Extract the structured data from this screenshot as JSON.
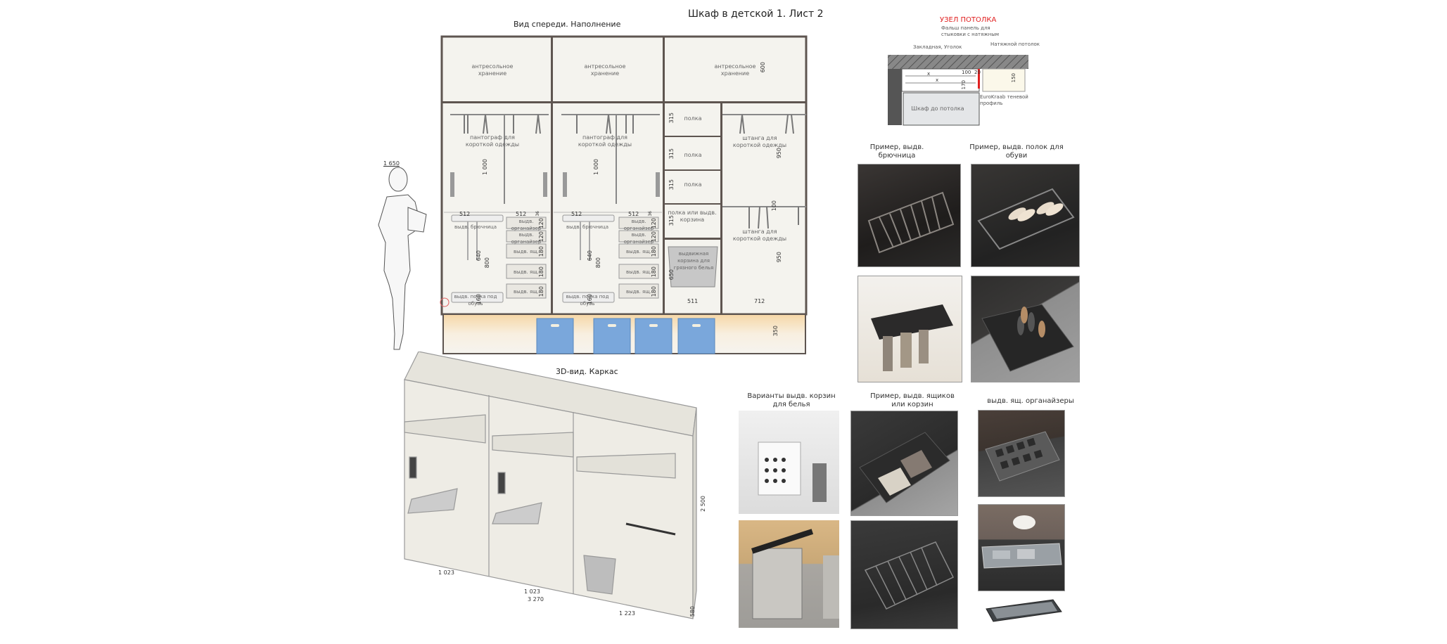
{
  "sheet": {
    "title": "Шкаф в детской 1. Лист 2"
  },
  "front_view": {
    "title": "Вид спереди. Наполнение",
    "person_height": "1 650",
    "mezzanine": {
      "label": "антресольное хранение",
      "height": "600"
    },
    "sections": [
      {
        "pantograph_label": "пантограф для короткой одежды",
        "pantograph_height": "1 000",
        "widths": [
          "512",
          "512"
        ],
        "trouser_rack": "выдв. брючница",
        "shoe_shelf": "выдв. полка под обувь",
        "left_heights": [
          "640",
          "800",
          "160"
        ],
        "top_gap": "36",
        "drawers": [
          {
            "label": "выдв. органайзер",
            "height": "120"
          },
          {
            "label": "выдв. органайзер",
            "height": "120"
          },
          {
            "label": "выдв. ящ.",
            "height": "180"
          },
          {
            "label": "выдв. ящ.",
            "height": "180"
          },
          {
            "label": "выдв. ящ.",
            "height": "180"
          }
        ]
      },
      {
        "pantograph_label": "пантограф для короткой одежды",
        "pantograph_height": "1 000",
        "widths": [
          "512",
          "512"
        ],
        "trouser_rack": "выдв. брючница",
        "shoe_shelf": "выдв. полка под обувь",
        "left_heights": [
          "640",
          "800",
          "160"
        ],
        "top_gap": "36",
        "drawers": [
          {
            "label": "выдв. органайзер",
            "height": "120"
          },
          {
            "label": "выдв. органайзер",
            "height": "120"
          },
          {
            "label": "выдв. ящ.",
            "height": "180"
          },
          {
            "label": "выдв. ящ.",
            "height": "180"
          },
          {
            "label": "выдв. ящ.",
            "height": "180"
          }
        ]
      }
    ],
    "right_section": {
      "shelves": [
        {
          "label": "полка",
          "height": "315"
        },
        {
          "label": "полка",
          "height": "315"
        },
        {
          "label": "полка",
          "height": "315"
        },
        {
          "label": "полка или выдв. корзина",
          "height": "315"
        }
      ],
      "basket": {
        "label": "выдвижная корзина для грязного белья",
        "height": "650",
        "width": "511"
      },
      "rods": [
        {
          "label": "штанга для короткой одежды",
          "height": "950"
        },
        {
          "label": "штанга для короткой одежды",
          "height": "950"
        }
      ],
      "rod_gap": "100",
      "rod_width": "712"
    },
    "plinth_height": "350",
    "bin_color": "#7aa7db"
  },
  "ceiling_node": {
    "title": "УЗЕЛ ПОТОЛКА",
    "labels": {
      "false_panel": "Фальш панель для стыковки с натяжным",
      "stretch_ceiling": "Натяжной потолок",
      "embed": "Закладная, Уголок",
      "profile": "EuroKraab теневой профиль",
      "cabinet": "Шкаф до потолка"
    },
    "dims": [
      "100",
      "20",
      "150",
      "170"
    ],
    "x_marks": [
      "x",
      "x"
    ],
    "accent_color": "#e02020"
  },
  "view_3d": {
    "title": "3D-вид. Каркас",
    "dims": {
      "width_1": "1 023",
      "width_2": "1 023",
      "width_3": "1 223",
      "total": "3 270",
      "height": "2 500",
      "depth": "580"
    }
  },
  "examples": [
    {
      "caption": "Пример, выдв. брючница",
      "images": [
        "trouser-rack-photo",
        "pull-out-trouser-rack-photo"
      ]
    },
    {
      "caption": "Пример, выдв. полок для обуви",
      "images": [
        "shoe-shelf-photo",
        "shoe-drawer-photo"
      ]
    },
    {
      "caption": "Варианты выдв. корзин для белья",
      "images": [
        "laundry-basket-white-photo",
        "laundry-basket-grey-photo"
      ]
    },
    {
      "caption": "Пример, выдв. ящиков или корзин",
      "images": [
        "drawer-photo",
        "wire-basket-photo"
      ]
    },
    {
      "caption": "выдв. ящ. органайзеры",
      "images": [
        "organizer-drawer-photo",
        "jewelry-drawer-photo",
        "organizer-tray-photo"
      ]
    }
  ]
}
